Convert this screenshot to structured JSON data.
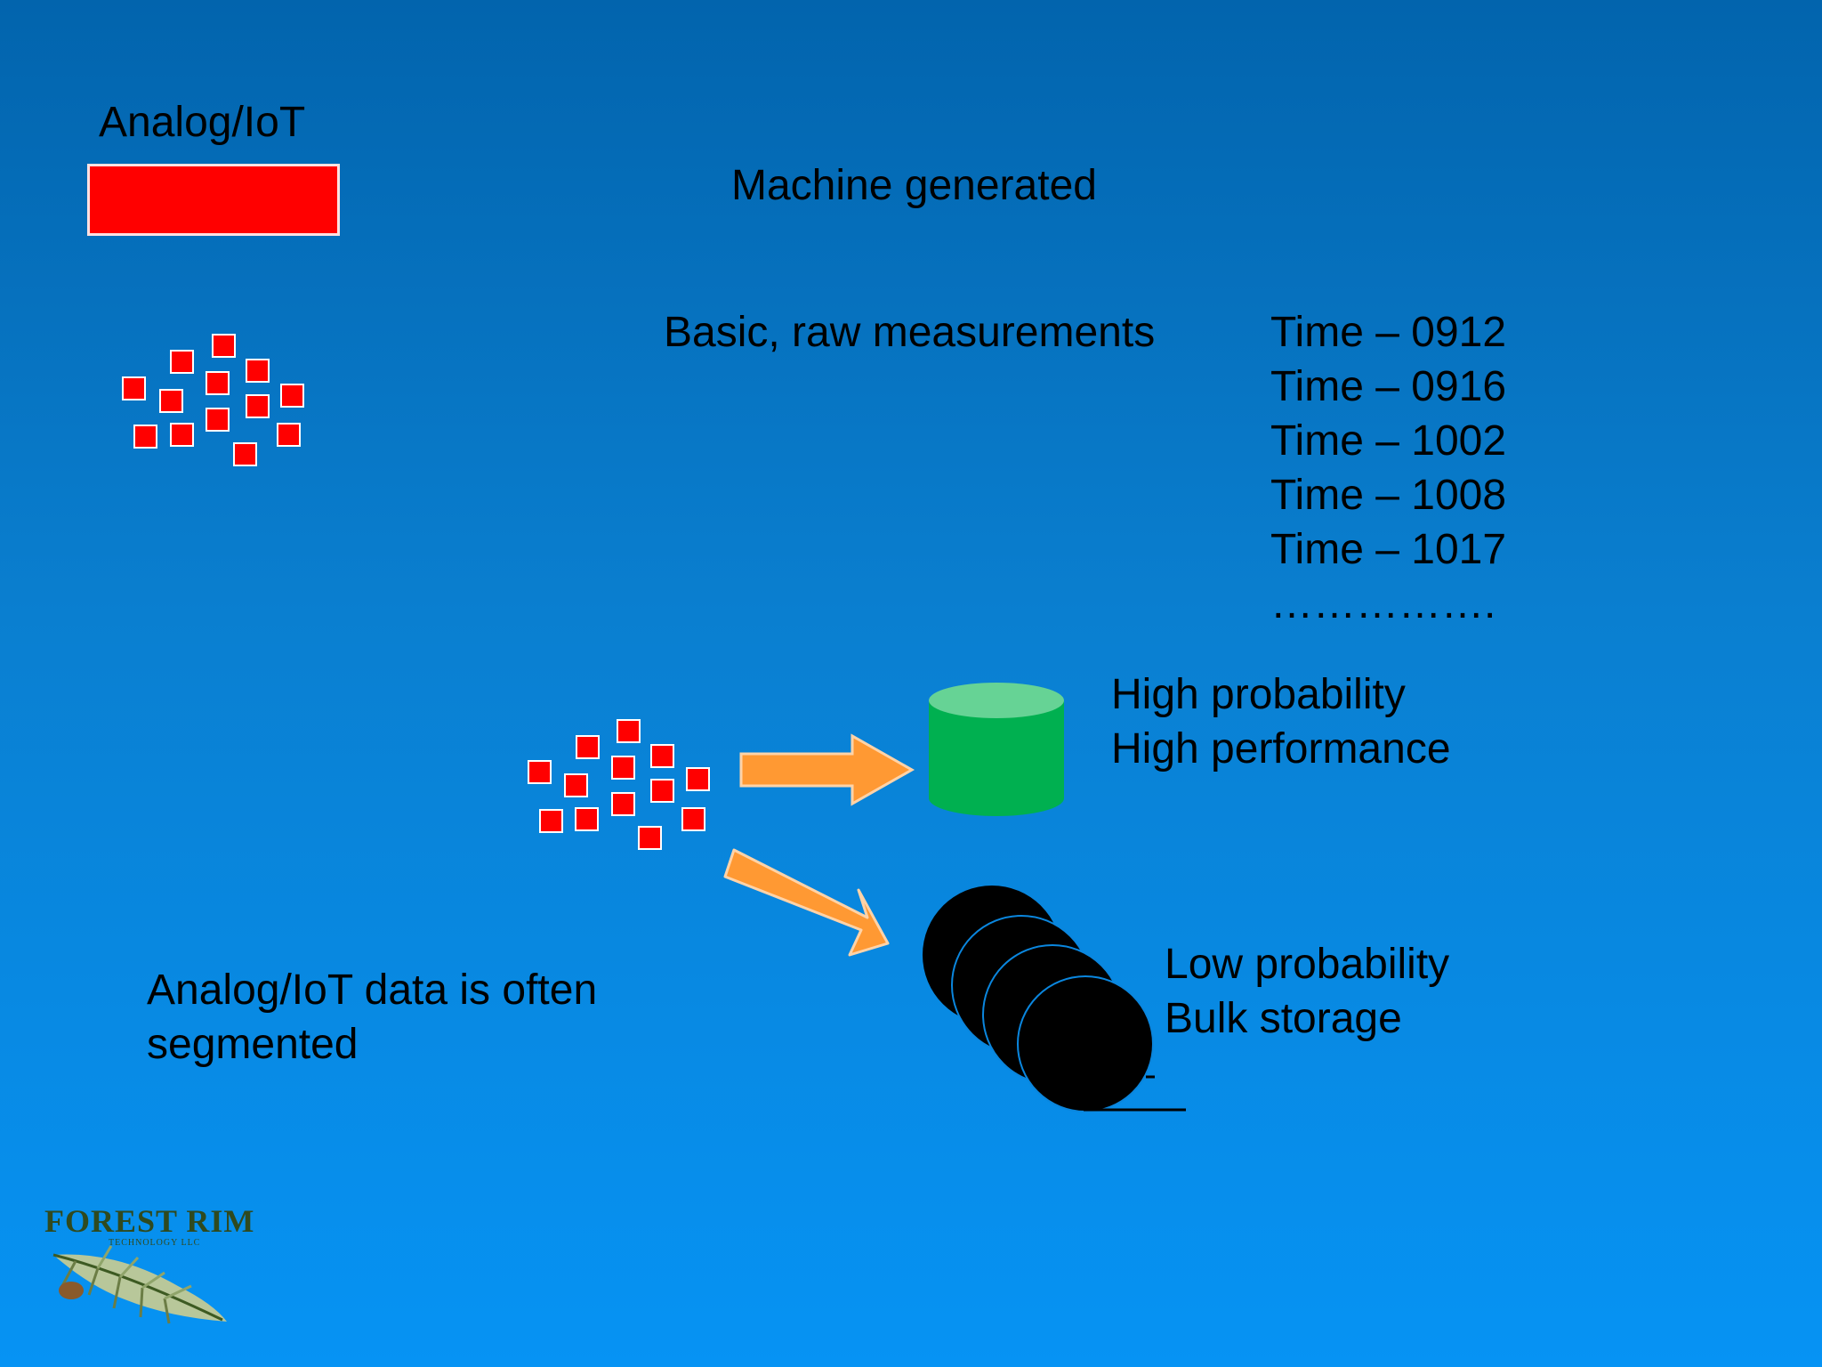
{
  "labels": {
    "analog_iot": "Analog/IoT",
    "machine_generated": "Machine generated",
    "basic_raw": "Basic, raw measurements",
    "dots": "…………….",
    "high_probability": "High probability",
    "high_performance": "High performance",
    "low_probability": "Low probability",
    "bulk_storage": "Bulk storage",
    "segmented_line1": "Analog/IoT data is often",
    "segmented_line2": "segmented"
  },
  "time_entries": [
    "Time – 0912",
    "Time – 0916",
    "Time – 1002",
    "Time – 1008",
    "Time – 1017"
  ],
  "logo": {
    "name": "FOREST RIM",
    "tagline": "TECHNOLOGY LLC"
  },
  "colors": {
    "red": "#ff0000",
    "arrow_orange": "#ff9933",
    "cylinder_green": "#00b050",
    "cylinder_top": "#66d395"
  },
  "icons": [
    "red-bar-icon",
    "red-squares-cluster-icon",
    "green-cylinder-icon",
    "orange-arrow-icon",
    "black-circles-icon",
    "forest-rim-logo"
  ]
}
